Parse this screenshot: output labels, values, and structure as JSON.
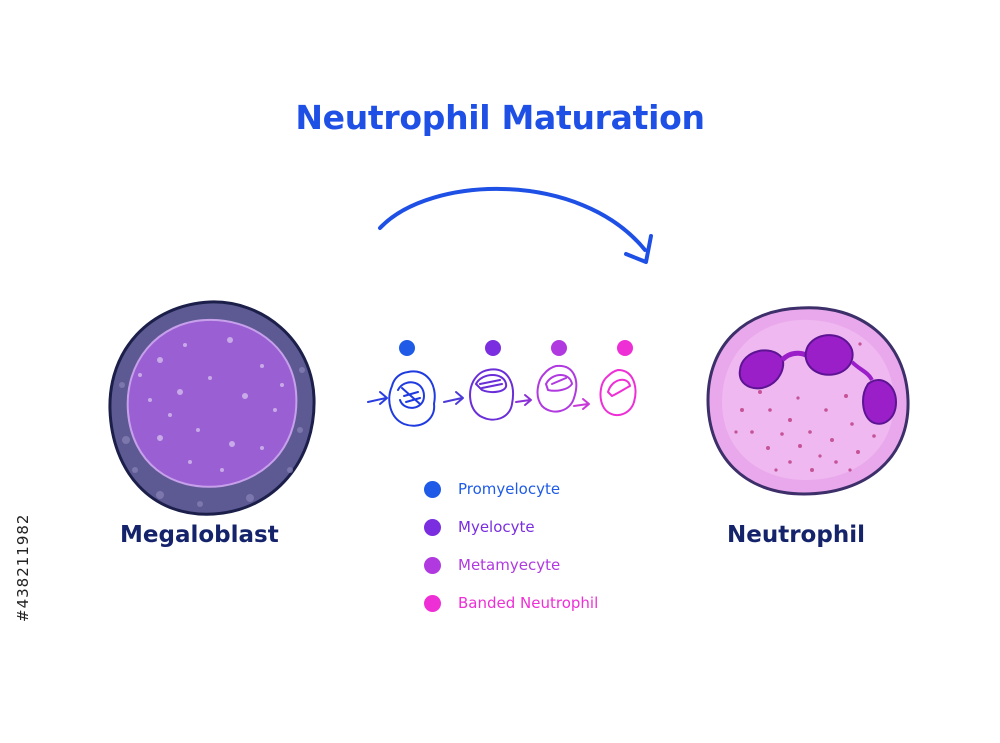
{
  "title": "Neutrophil Maturation",
  "cells": {
    "left_label": "Megaloblast",
    "right_label": "Neutrophil"
  },
  "legend": [
    {
      "label": "Promyelocyte",
      "color": "#1f5be6"
    },
    {
      "label": "Myelocyte",
      "color": "#7a2ee0"
    },
    {
      "label": "Metamyecyte",
      "color": "#b03ae0"
    },
    {
      "label": "Banded Neutrophil",
      "color": "#ee2fd6"
    }
  ],
  "watermark_id": "#438211982",
  "colors": {
    "title": "#1f50e6",
    "label": "#15236b",
    "megaloblast_fill": "#9a5fd2",
    "megaloblast_rim": "#5b4d8f",
    "neutrophil_fill": "#eaa8ec",
    "neutrophil_nucleus": "#9a1fc9"
  }
}
